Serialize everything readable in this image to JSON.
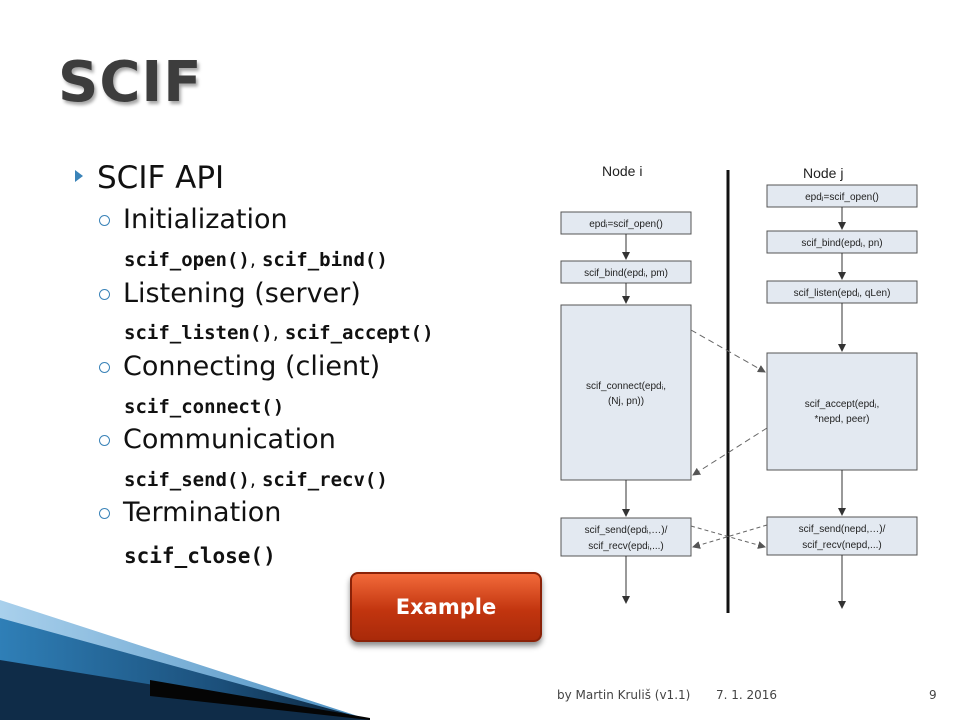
{
  "slide": {
    "title": "SCIF",
    "bullet_main": "SCIF API",
    "items": [
      {
        "label": "Initialization",
        "code": [
          "scif_open()",
          "scif_bind()"
        ]
      },
      {
        "label": "Listening (server)",
        "code": [
          "scif_listen()",
          "scif_accept()"
        ]
      },
      {
        "label": "Connecting (client)",
        "code": [
          "scif_connect()"
        ]
      },
      {
        "label": "Communication",
        "code": [
          "scif_send()",
          "scif_recv()"
        ]
      },
      {
        "label": "Termination",
        "code": [
          "scif_close()"
        ]
      }
    ],
    "code_separator": ", ",
    "example_button": "Example"
  },
  "diagram": {
    "node_i": "Node i",
    "node_j": "Node j",
    "i_open": "epdᵢ=scif_open()",
    "i_bind": "scif_bind(epdᵢ, pm)",
    "i_connect_1": "scif_connect(epdᵢ,",
    "i_connect_2": "(Nj, pn))",
    "i_send": "scif_send(epdᵢ,…)/",
    "i_recv": "scif_recv(epdᵢ,...)",
    "j_open": "epdⱼ=scif_open()",
    "j_bind": "scif_bind(epdⱼ, pn)",
    "j_listen": "scif_listen(epdⱼ, qLen)",
    "j_accept_1": "scif_accept(epdⱼ,",
    "j_accept_2": "*nepd, peer)",
    "j_send": "scif_send(nepd,…)/",
    "j_recv": "scif_recv(nepd,...)"
  },
  "footer": {
    "author": "by Martin Kruliš (v1.1)",
    "date": "7. 1. 2016",
    "page": "9"
  },
  "colors": {
    "accent": "#3a83b8",
    "box_fill": "#e3e9f1",
    "button": "#c2350f"
  }
}
